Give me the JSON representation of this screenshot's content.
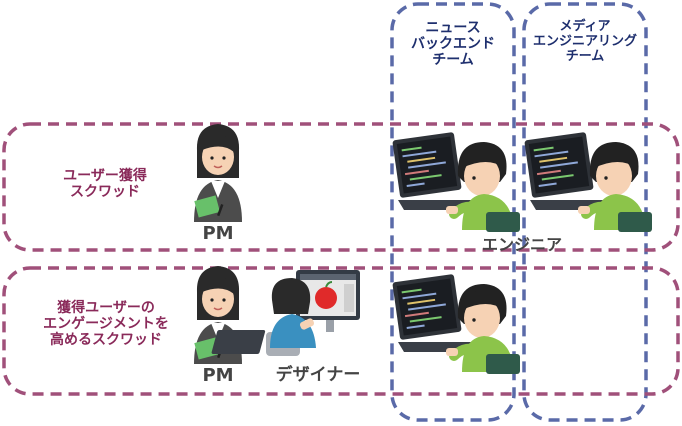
{
  "teams": [
    {
      "id": "news-backend",
      "lines": [
        "ニュース",
        "バックエンド",
        "チーム"
      ]
    },
    {
      "id": "media-engineering",
      "lines": [
        "メディア",
        "エンジニアリング",
        "チーム"
      ]
    }
  ],
  "squads": [
    {
      "id": "user-acquisition",
      "lines": [
        "ユーザー獲得",
        "スクワッド"
      ]
    },
    {
      "id": "engagement",
      "lines": [
        "獲得ユーザーの",
        "エンゲージメントを",
        "高めるスクワッド"
      ]
    }
  ],
  "roles": {
    "pm_top": "PM",
    "pm_bottom": "PM",
    "designer": "デザイナー",
    "engineer": "エンジニア"
  },
  "colors": {
    "squad_border": "#a0507a",
    "team_border": "#5a6aa8",
    "squad_text": "#8a2a5a",
    "team_text": "#1e2f6e"
  }
}
